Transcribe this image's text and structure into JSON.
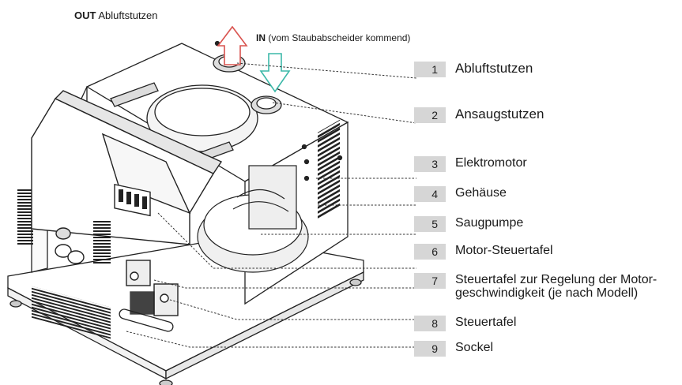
{
  "header": {
    "out_keyword": "OUT",
    "out_text": "Abluftstutzen",
    "in_keyword": "IN",
    "in_text": "(vom Staubabscheider kommend)"
  },
  "colors": {
    "out_arrow": "#d9534f",
    "in_arrow": "#3cb8a8",
    "number_box": "#d6d6d6",
    "line": "#333333"
  },
  "legend": [
    {
      "num": "1",
      "text": "Abluftstutzen"
    },
    {
      "num": "2",
      "text": "Ansaugstutzen"
    },
    {
      "num": "3",
      "text": "Elektromotor"
    },
    {
      "num": "4",
      "text": "Gehäuse"
    },
    {
      "num": "5",
      "text": "Saugpumpe"
    },
    {
      "num": "6",
      "text": "Motor-Steuertafel"
    },
    {
      "num": "7",
      "text": "Steuertafel zur Regelung der Motor-geschwindigkeit (je nach Modell)"
    },
    {
      "num": "8",
      "text": "Steuertafel"
    },
    {
      "num": "9",
      "text": "Sockel"
    }
  ]
}
